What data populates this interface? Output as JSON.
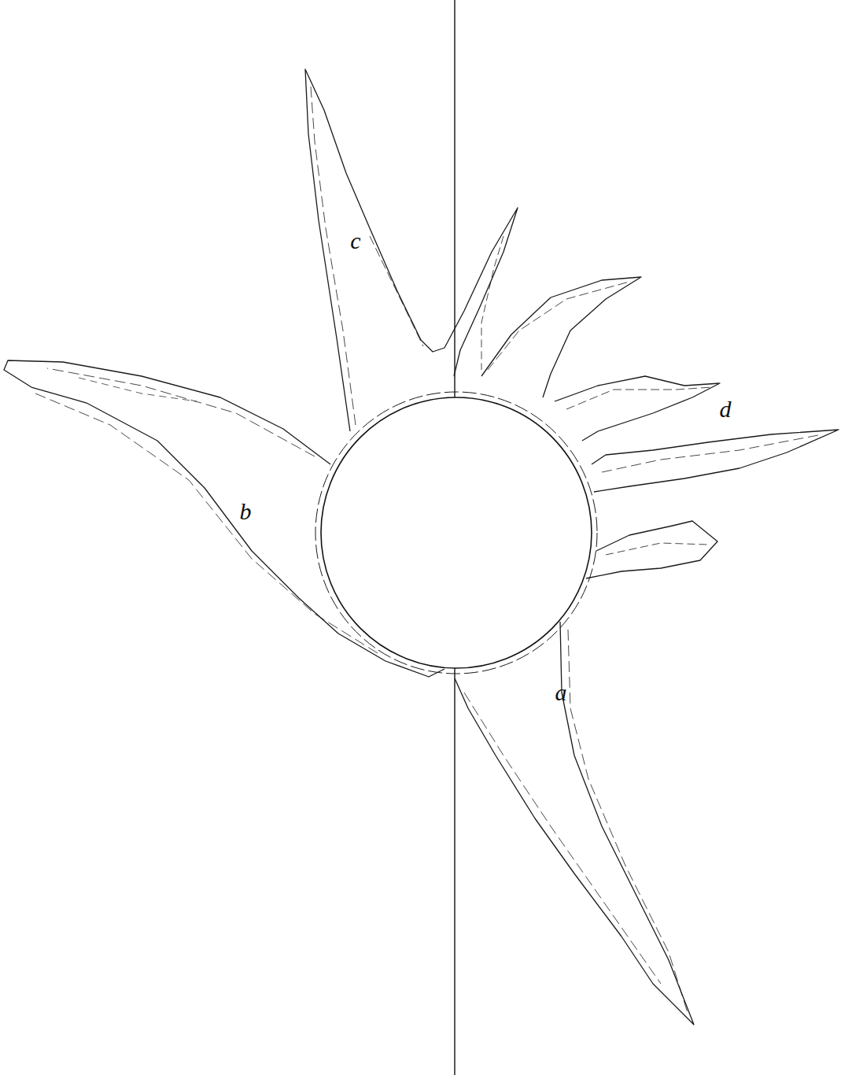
{
  "diagram": {
    "labels": [
      "c",
      "b",
      "d",
      "a"
    ]
  }
}
